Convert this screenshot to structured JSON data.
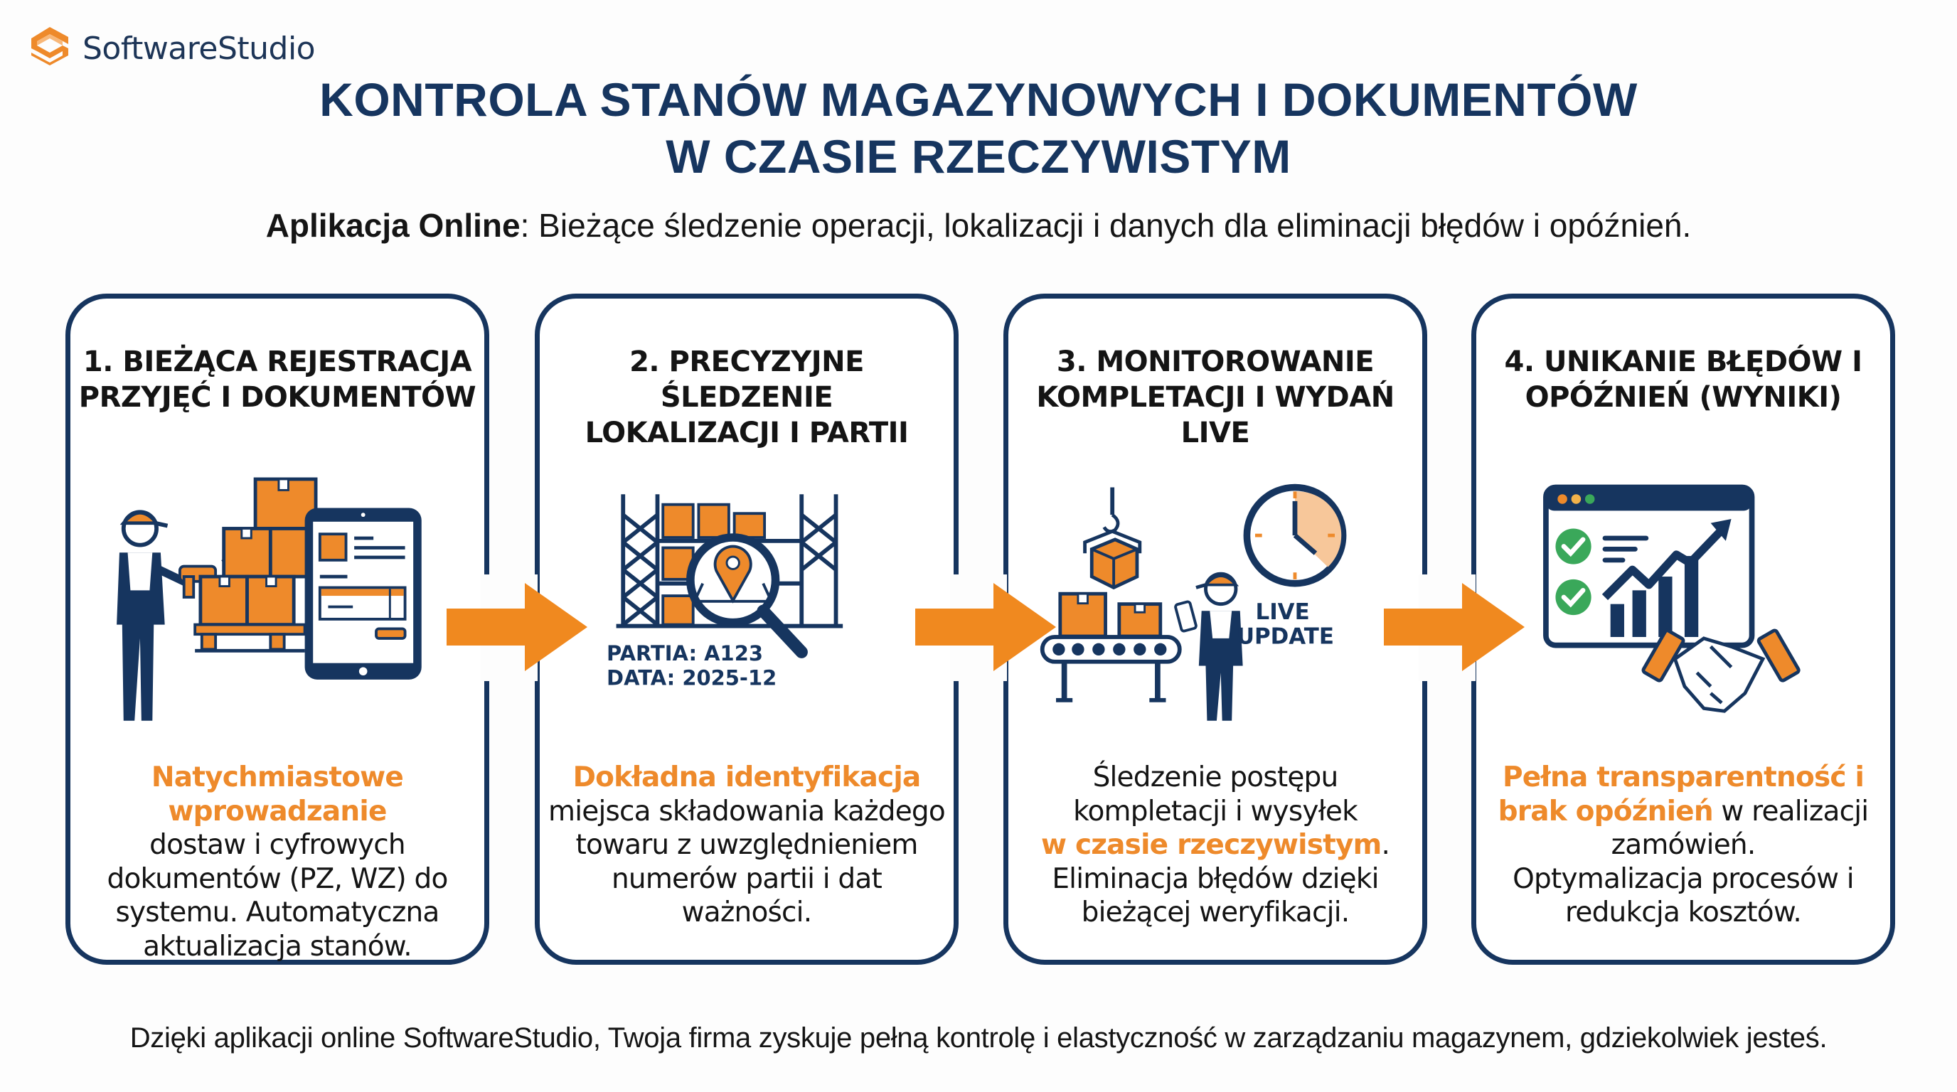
{
  "brand": {
    "name": "SoftwareStudio",
    "logo_icon": "s-logo-icon",
    "colors": {
      "navy": "#16355f",
      "orange": "#ee8a2b",
      "text": "#141414",
      "green": "#3aa85a",
      "background": "#fdfdfd"
    }
  },
  "header": {
    "title_line1": "KONTROLA STANÓW MAGAZYNOWYCH I DOKUMENTÓW",
    "title_line2": "W CZASIE RZECZYWISTYM",
    "subtitle_bold": "Aplikacja Online",
    "subtitle_rest": ": Bieżące śledzenie operacji, lokalizacji i danych dla eliminacji błędów i opóźnień."
  },
  "steps": [
    {
      "title_line1": "1. BIEŻĄCA REJESTRACJA",
      "title_line2": "PRZYJĘĆ I DOKUMENTÓW",
      "icon": "worker-scanner-tablet-icon",
      "highlight": "Natychmiastowe wprowadzanie",
      "body_lines": [
        "dostaw i cyfrowych",
        "dokumentów (PZ, WZ) do",
        "systemu. Automatyczna",
        "aktualizacja stanów."
      ]
    },
    {
      "title_line1": "2. PRECYZYJNE ŚLEDZENIE",
      "title_line2": "LOKALIZACJI I PARTII",
      "icon": "warehouse-rack-magnifier-icon",
      "illus_label_1": "PARTIA: A123",
      "illus_label_2": "DATA: 2025-12",
      "highlight": "Dokładna identyfikacja",
      "body_lines": [
        "miejsca składowania każdego",
        "towaru z uwzględnieniem",
        "numerów partii i dat",
        "ważności."
      ]
    },
    {
      "title_line1": "3. MONITOROWANIE",
      "title_line2": "KOMPLETACJI I WYDAŃ LIVE",
      "icon": "conveyor-clock-worker-icon",
      "illus_label_1": "LIVE",
      "illus_label_2": "UPDATE",
      "body_line1": "Śledzenie postępu",
      "body_line2": "kompletacji i wysyłek",
      "highlight": "w czasie rzeczywistym",
      "highlight_suffix": ".",
      "body_line4": "Eliminacja błędów dzięki",
      "body_line5": "bieżącej weryfikacji."
    },
    {
      "title_line1": "4. UNIKANIE BŁĘDÓW I",
      "title_line2": "OPÓŹNIEŃ (WYNIKI)",
      "icon": "dashboard-growth-handshake-icon",
      "highlight_line1": "Pełna transparentność i",
      "highlight_line2": "brak opóźnień",
      "body_after_highlight": " w realizacji",
      "body_line3": "zamówień.",
      "body_line4": "Optymalizacja procesów i",
      "body_line5": "redukcja kosztów."
    }
  ],
  "arrows": [
    "arrow-right-icon",
    "arrow-right-icon",
    "arrow-right-icon"
  ],
  "footer": {
    "text": "Dzięki aplikacji online SoftwareStudio, Twoja firma zyskuje pełną kontrolę i elastyczność w zarządzaniu magazynem, gdziekolwiek jesteś."
  }
}
